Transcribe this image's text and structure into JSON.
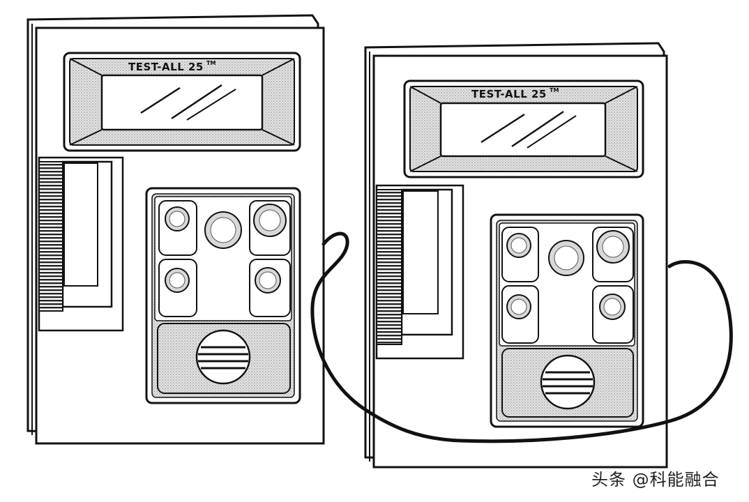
{
  "devices": [
    {
      "brand_label": "TEST-ALL 25",
      "brand_mark": "TM"
    },
    {
      "brand_label": "TEST-ALL 25",
      "brand_mark": "TM"
    }
  ],
  "watermark": {
    "text": "头条 @科能融合"
  },
  "colors": {
    "line": "#111111",
    "shade": "#9a9a9a",
    "shade_light": "#c8c8c8",
    "background": "#ffffff"
  }
}
